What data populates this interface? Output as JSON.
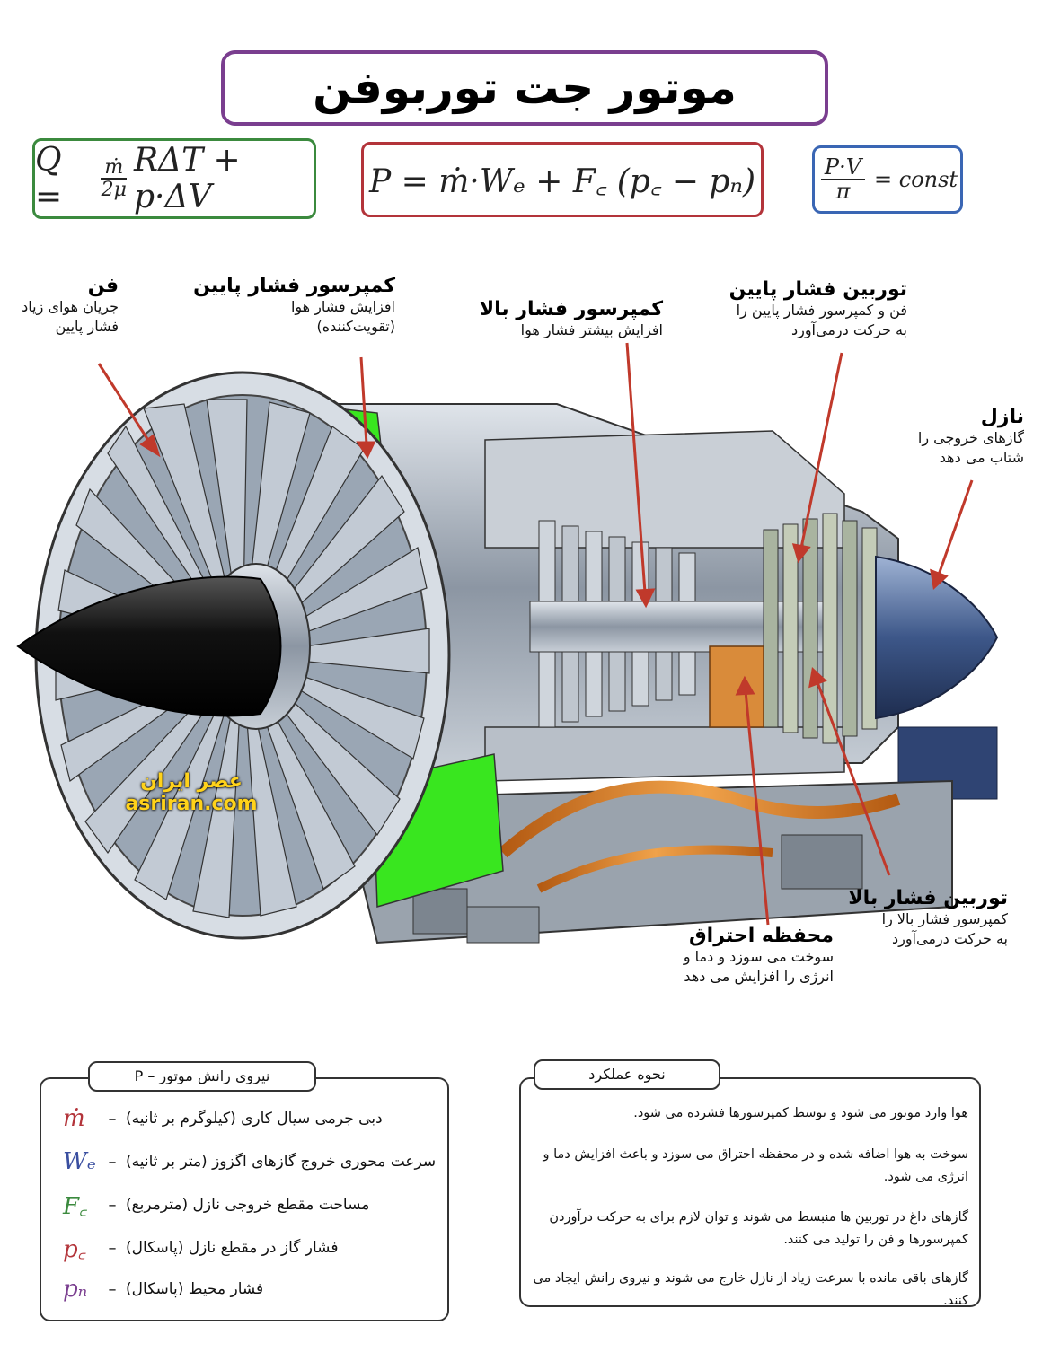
{
  "title": "موتور جت توربوفن",
  "formulas": {
    "q": {
      "lhs": "Q =",
      "num": "ṁ",
      "den": "2μ",
      "rhs": "RΔT + p·ΔV"
    },
    "p": {
      "text": "P = ṁ·Wₑ + F꜀ (p꜀ − pₙ)"
    },
    "c": {
      "num": "P·V",
      "den": "π",
      "rhs": "= const"
    }
  },
  "labels": {
    "fan": {
      "title": "فن",
      "lines": [
        "جریان هوای زیاد",
        "فشار پایین"
      ]
    },
    "lpc": {
      "title": "کمپرسور فشار پایین",
      "lines": [
        "افزایش فشار هوا",
        "(تقویت‌کننده)"
      ]
    },
    "hpc": {
      "title": "کمپرسور فشار بالا",
      "lines": [
        "افزایش بیشتر فشار هوا"
      ]
    },
    "lpt": {
      "title": "توربین فشار پایین",
      "lines": [
        "فن و کمپرسور فشار پایین را",
        "به حرکت درمی‌آورد"
      ]
    },
    "nozzle": {
      "title": "نازل",
      "lines": [
        "گازهای خروجی را",
        "شتاب می دهد"
      ]
    },
    "hpt": {
      "title": "توربین فشار بالا",
      "lines": [
        "کمپرسور فشار بالا را",
        "به حرکت درمی‌آورد"
      ]
    },
    "combustor": {
      "title": "محفظه احتراق",
      "lines": [
        "سوخت می سوزد و دما و",
        "انرژی را افزایش می دهد"
      ]
    }
  },
  "watermark": {
    "persian": "عصر ایران",
    "latin": "asriran.com"
  },
  "thrust_panel": {
    "heading": "نیروی رانش موتور – P",
    "rows": [
      {
        "symbol": "ṁ",
        "color": "#b3343a",
        "desc": "دبی جرمی سیال کاری (کیلوگرم بر ثانیه)"
      },
      {
        "symbol": "Wₑ",
        "color": "#3a4fa0",
        "desc": "سرعت محوری خروج گازهای اگزوز (متر بر ثانیه)"
      },
      {
        "symbol": "F꜀",
        "color": "#3b8a3e",
        "desc": "مساحت مقطع خروجی نازل (مترمربع)"
      },
      {
        "symbol": "p꜀",
        "color": "#b3343a",
        "desc": "فشار گاز در مقطع نازل (پاسکال)"
      },
      {
        "symbol": "pₙ",
        "color": "#7a3e8f",
        "desc": "فشار محیط (پاسکال)"
      }
    ],
    "dash": "–"
  },
  "operation_panel": {
    "heading": "نحوه عملکرد",
    "paragraphs": [
      "هوا وارد موتور می شود و توسط کمپرسورها فشرده می شود.",
      "سوخت به هوا اضافه شده و در محفظه احتراق می سوزد و باعث افزایش دما و انرژی می شود.",
      "گازهای داغ در توربین ها منبسط می شوند و توان لازم برای به حرکت درآوردن کمپرسورها و فن را تولید می کنند.",
      "گازهای باقی مانده با سرعت زیاد از نازل خارج می شوند و نیروی رانش ایجاد می کنند."
    ]
  },
  "colors": {
    "title_border": "#7a3e8f",
    "green": "#3b8a3e",
    "red": "#b3343a",
    "blue": "#3a66b4",
    "arrow": "#c0392b",
    "booster": "#39e61f"
  }
}
